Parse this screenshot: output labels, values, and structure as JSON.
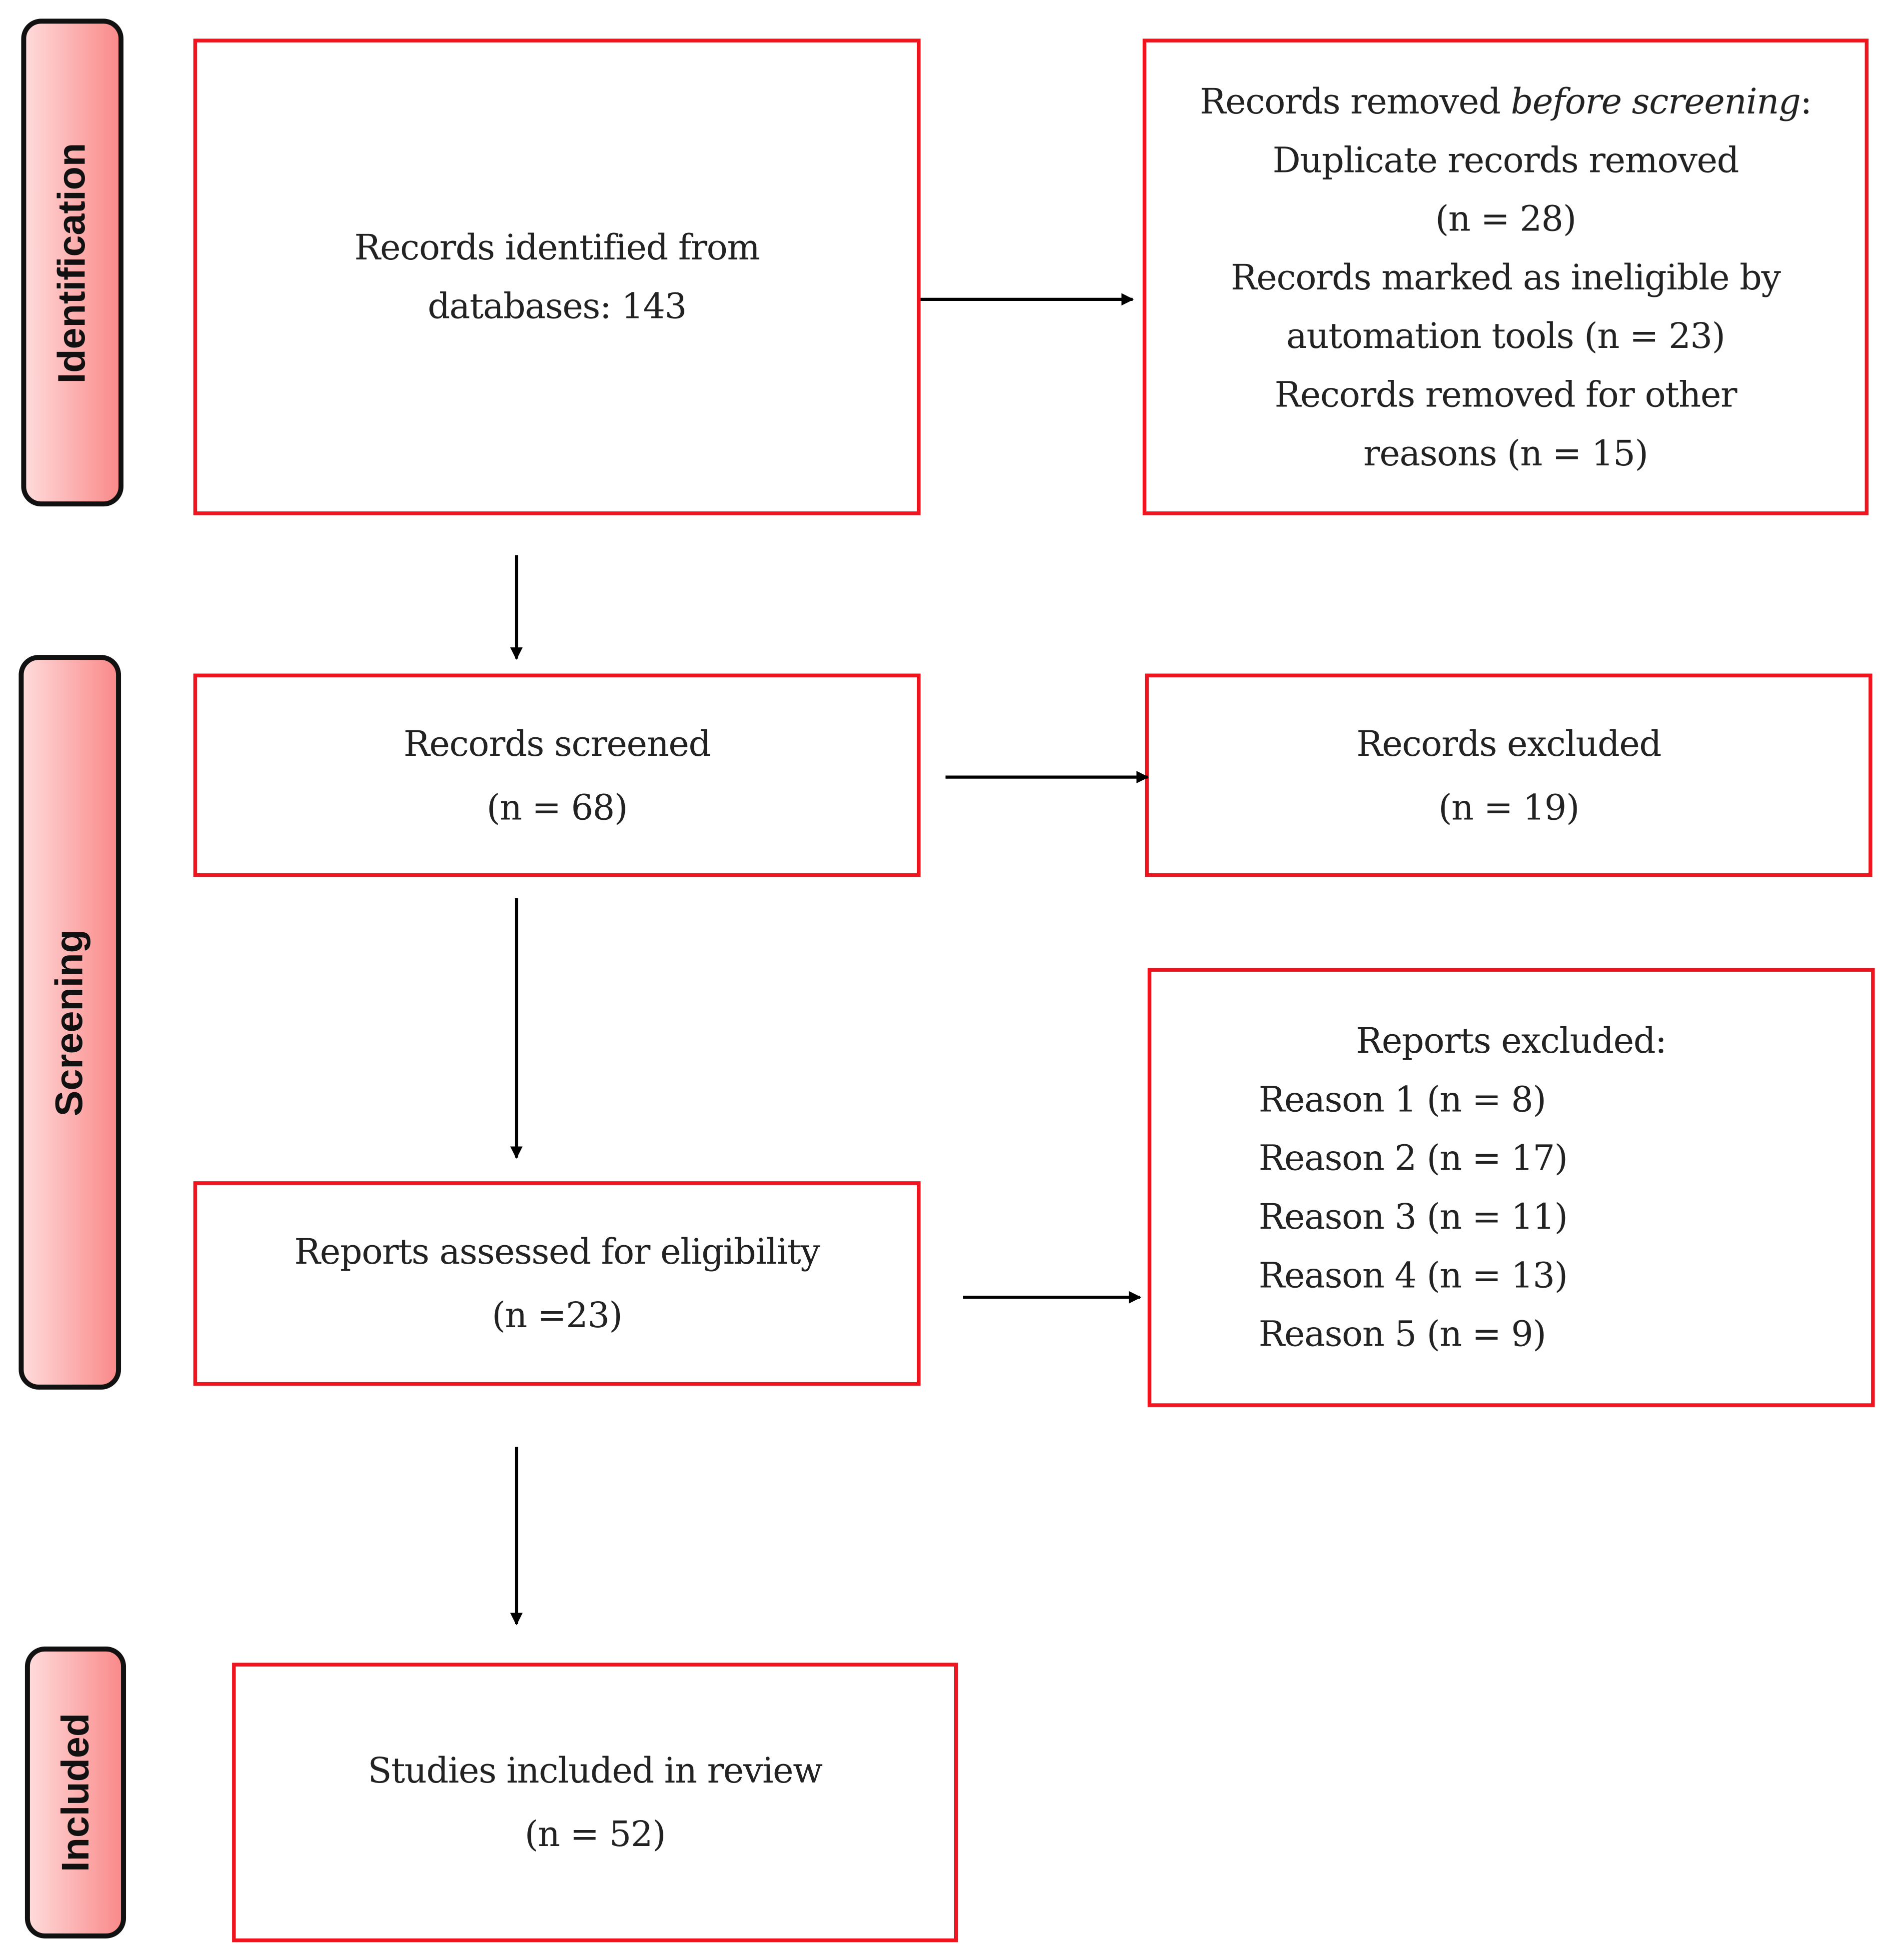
{
  "colors": {
    "box_border": "#f0141e",
    "phase_fill": "#fa8a8a",
    "arrow": "#000000"
  },
  "phases": {
    "identification": "Identification",
    "screening": "Screening",
    "included": "Included"
  },
  "boxes": {
    "records_identified": [
      "Records identified from",
      "databases: 143"
    ],
    "records_removed": {
      "title_prefix": "Records removed ",
      "title_italic": "before screening",
      "title_suffix": ":",
      "lines": [
        "Duplicate records removed",
        "(n = 28)",
        "Records marked as ineligible by",
        "automation tools (n = 23)",
        "Records removed for other",
        "reasons (n = 15)"
      ]
    },
    "records_screened": [
      "Records screened",
      "(n = 68)"
    ],
    "records_excluded": [
      "Records excluded",
      "(n = 19)"
    ],
    "reports_assessed": [
      "Reports assessed for eligibility",
      "(n =23)"
    ],
    "reports_excluded": {
      "title": "Reports excluded:",
      "reasons": [
        "Reason 1 (n = 8)",
        "Reason 2 (n = 17)",
        "Reason 3 (n = 11)",
        "Reason 4 (n = 13)",
        "Reason 5 (n = 9)"
      ]
    },
    "studies_included": [
      "Studies included in review",
      "(n = 52)"
    ]
  }
}
